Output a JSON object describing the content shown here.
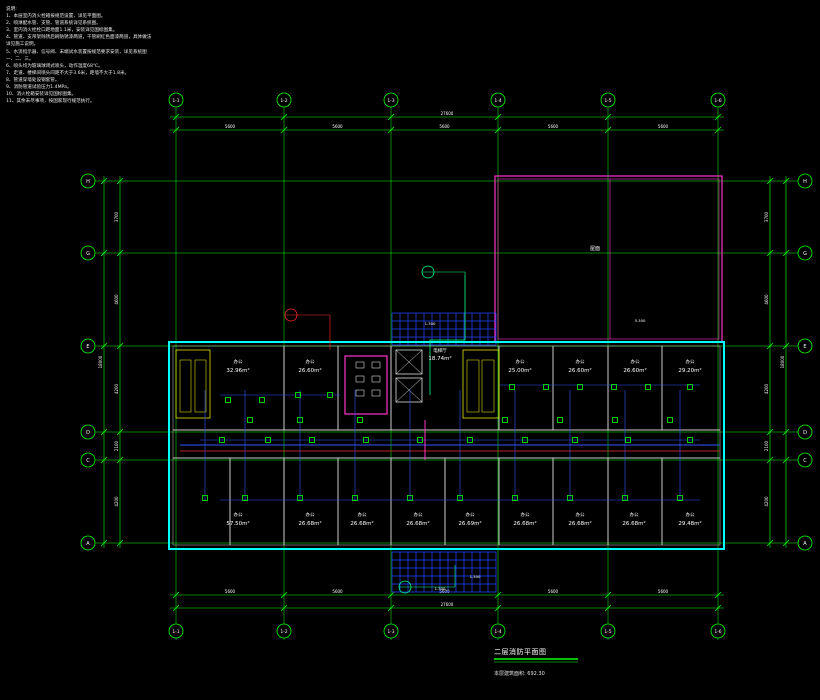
{
  "notes": {
    "heading": "说明:",
    "lines": [
      "1、本层室内消火栓箱按规范设置，详见平面图。",
      "2、喷淋配水管、支管、管道系统详见系统图。",
      "3、室内消火栓栓口距地面1.1米，安装详见国标图集。",
      "4、管道、支吊架除锈后刷防锈漆两道，干管刷红色面漆两道，具体做法",
      "   详见施工说明。",
      "5、水流指示器、信号阀、末端试水装置按规范要求安装，详见系统图",
      "   一、二、三。",
      "6、喷头均为玻璃球闭式喷头，动作温度68℃。",
      "7、走道、楼梯间喷头间距不大于3.6米，距墙不大于1.8米。",
      "8、管道穿墙处设钢套管。",
      "9、消防管道试验压力1.4MPa。",
      "10、消火栓箱安装详见国标图集。",
      "11、其余未尽事项，按国家现行规范执行。"
    ]
  },
  "axes": {
    "vertical": [
      "1-1",
      "1-2",
      "1-3",
      "1-4",
      "1-5",
      "1-6"
    ],
    "horizontal": [
      "H",
      "G",
      "E",
      "D",
      "C",
      "A"
    ]
  },
  "spans": {
    "top": [
      "5600",
      "5600",
      "5600",
      "5600",
      "5600"
    ],
    "top_total": "27600",
    "left": [
      "3700",
      "4600",
      "4200",
      "2100",
      "4200"
    ],
    "left_total": "18000",
    "right": [
      "3700",
      "4600",
      "4200",
      "2100",
      "4200"
    ],
    "right_total": "18000"
  },
  "rooms": {
    "upper": [
      {
        "name": "办公",
        "area": "32.96m²"
      },
      {
        "name": "办公",
        "area": "26.60m²"
      },
      {
        "name": "办公",
        "area": "25.00m²"
      },
      {
        "name": "办公",
        "area": "26.60m²"
      },
      {
        "name": "办公",
        "area": "26.60m²"
      },
      {
        "name": "办公",
        "area": "29.20m²"
      }
    ],
    "lobby": {
      "name": "电梯厅",
      "area": "18.74m²"
    },
    "lower": [
      {
        "name": "办公",
        "area": "57.50m²"
      },
      {
        "name": "办公",
        "area": "26.68m²"
      },
      {
        "name": "办公",
        "area": "26.68m²"
      },
      {
        "name": "办公",
        "area": "26.68m²"
      },
      {
        "name": "办公",
        "area": "26.69m²"
      },
      {
        "name": "办公",
        "area": "26.68m²"
      },
      {
        "name": "办公",
        "area": "26.68m²"
      },
      {
        "name": "办公",
        "area": "26.68m²"
      },
      {
        "name": "办公",
        "area": "29.48m²"
      }
    ],
    "roof": "屋面"
  },
  "tags": {
    "t1": "1.300",
    "t2": "5.300",
    "t3": "1.300",
    "t4": "1.300"
  },
  "title": {
    "main": "二层消防平面图",
    "sub": "本层建筑面积: 692.30"
  },
  "colors": {
    "wall": "#00ffff",
    "axis": "#00ff00",
    "pipe": "#3355ff",
    "pink": "#ff33cc",
    "red": "#ff2a2a",
    "white": "#ffffff"
  }
}
